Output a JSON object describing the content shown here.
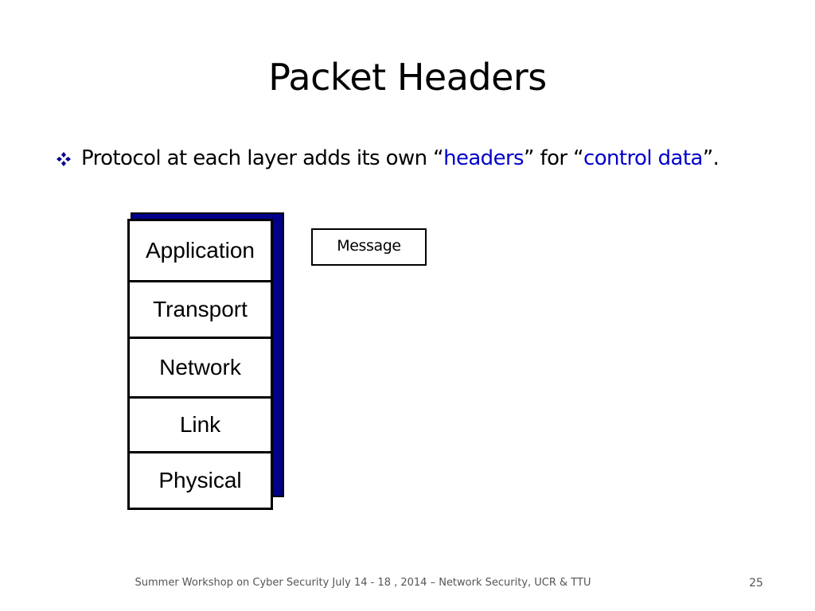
{
  "slide": {
    "title": "Packet Headers",
    "bullet": {
      "icon": "four-diamond-bullet-icon",
      "icon_color": "#00008b",
      "text_before": "Protocol at each layer adds its own “",
      "highlight_1": "headers",
      "text_middle": "” for “",
      "highlight_2": "control data",
      "text_after": "”.",
      "accent_color": "#0000cc"
    },
    "layers": [
      {
        "label": "Application"
      },
      {
        "label": "Transport"
      },
      {
        "label": "Network"
      },
      {
        "label": "Link"
      },
      {
        "label": "Physical"
      }
    ],
    "stack_shadow_color": "#00008b",
    "message_box": {
      "label": "Message"
    },
    "footer": {
      "text": "Summer Workshop on Cyber Security July 14 - 18 , 2014 – Network Security, UCR & TTU",
      "page_number": "25"
    }
  }
}
